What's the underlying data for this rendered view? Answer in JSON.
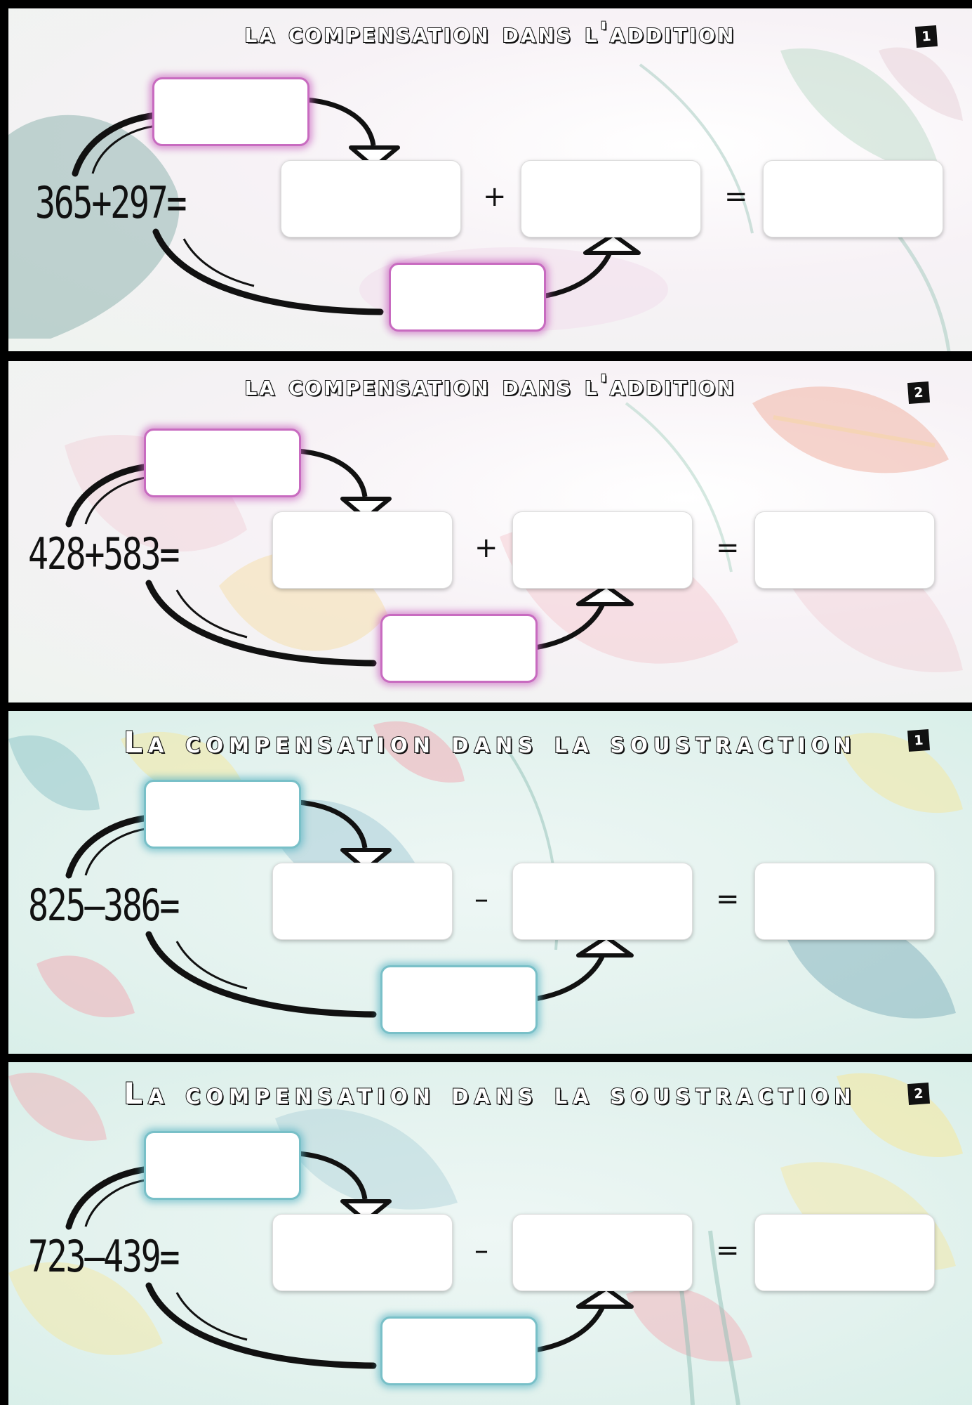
{
  "sections": [
    {
      "title": "la compensation dans l'addition",
      "badge": "1",
      "expression": "365+297=",
      "operator": "+",
      "equals": "="
    },
    {
      "title": "la compensation dans l'addition",
      "badge": "2",
      "expression": "428+583=",
      "operator": "+",
      "equals": "="
    },
    {
      "title": "La compensation dans la soustraction",
      "badge": "1",
      "expression": "825–386=",
      "operator": "–",
      "equals": "="
    },
    {
      "title": "La compensation dans la soustraction",
      "badge": "2",
      "expression": "723–439=",
      "operator": "–",
      "equals": "="
    }
  ],
  "colors": {
    "addition_highlight": "#c86bc0",
    "subtraction_highlight": "#79c0c8"
  }
}
